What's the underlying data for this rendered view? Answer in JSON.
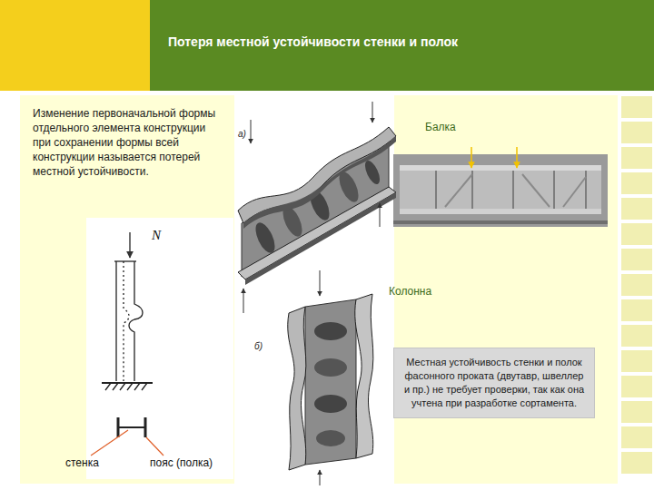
{
  "diagram": {
    "title": "Потеря местной устойчивости стенки и полок",
    "nodes": [
      {
        "text": [
          "Местная устойчивость стенки и полок фасонного проката (двутавр, швеллер и пр.) не требует проверки, так как она учтена при разработке сортамента."
        ]
      }
    ],
    "labels": [
      "Изменение первоначальной формы отдельного элемента конструкции при сохранении формы всей конструкции называется потерей местной устойчивости.",
      "Балка",
      "Колонна",
      "а)",
      "б)",
      "N",
      "стенка",
      "пояс (полка)"
    ]
  }
}
